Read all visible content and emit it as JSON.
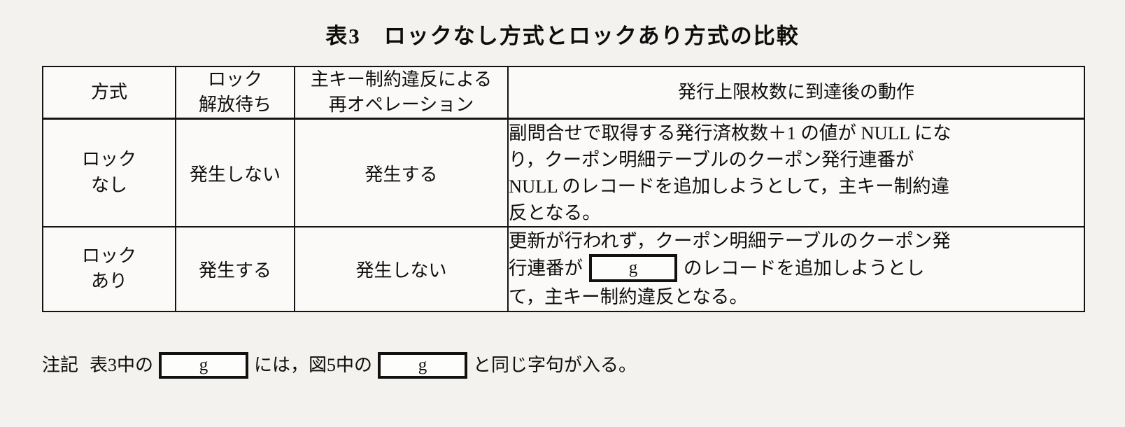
{
  "document": {
    "caption": "表3　ロックなし方式とロックあり方式の比較"
  },
  "table": {
    "headers": {
      "method": "方式",
      "lock_wait_line1": "ロック",
      "lock_wait_line2": "解放待ち",
      "reoperation_line1": "主キー制約違反による",
      "reoperation_line2": "再オペレーション",
      "behavior": "発行上限枚数に到達後の動作"
    },
    "rows": [
      {
        "method_line1": "ロック",
        "method_line2": "なし",
        "lock_wait": "発生しない",
        "reoperation": "発生する",
        "behavior_lines": [
          "副問合せで取得する発行済枚数＋1 の値が NULL にな",
          "り，クーポン明細テーブルのクーポン発行連番が",
          "NULL のレコードを追加しようとして，主キー制約違",
          "反となる。"
        ]
      },
      {
        "method_line1": "ロック",
        "method_line2": "あり",
        "lock_wait": "発生する",
        "reoperation": "発生しない",
        "behavior_line1": "更新が行われず，クーポン明細テーブルのクーポン発",
        "behavior_line2_pre": "行連番が",
        "behavior_blank": "g",
        "behavior_line2_post": "のレコードを追加しようとし",
        "behavior_line3": "て，主キー制約違反となる。"
      }
    ]
  },
  "footnote": {
    "label": "注記",
    "segment1": "表3中の",
    "blank1": "g",
    "segment2": "には，図5中の",
    "blank2": "g",
    "segment3": "と同じ字句が入る。"
  },
  "colors": {
    "page_background": "#f4f2ee",
    "cell_background": "#fbfaf8",
    "border": "#141414",
    "text": "#0e0e0e"
  }
}
